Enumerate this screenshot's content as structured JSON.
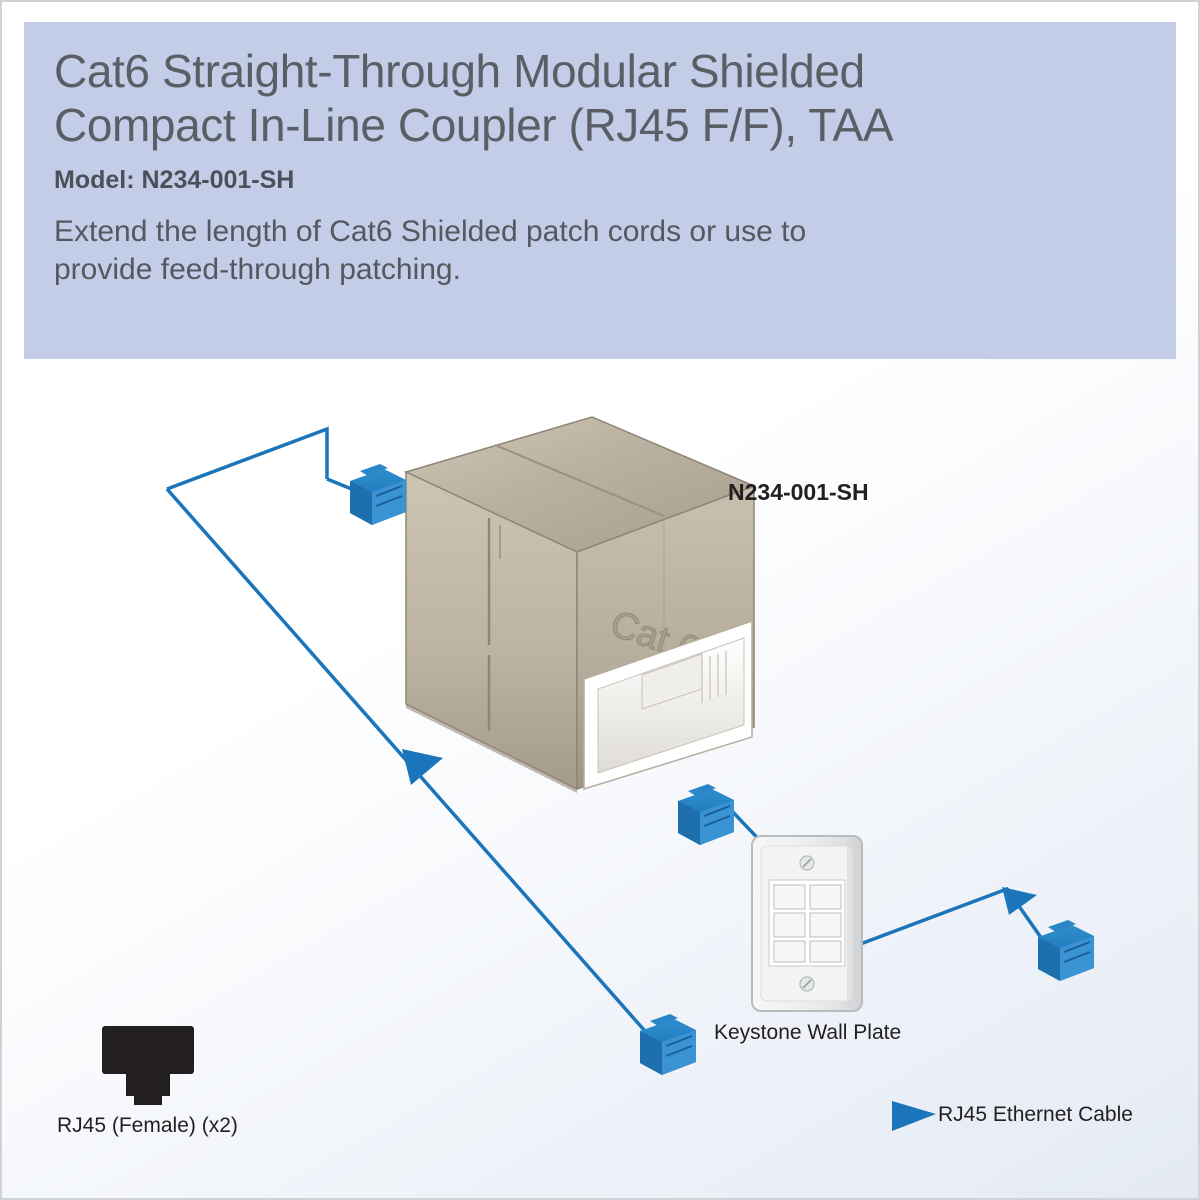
{
  "header": {
    "title_line1": "Cat6 Straight-Through Modular Shielded",
    "title_line2": "Compact In-Line Coupler (RJ45 F/F), TAA",
    "model": "Model: N234-001-SH",
    "description_line1": "Extend the length of Cat6 Shielded patch cords or use to",
    "description_line2": "provide feed-through patching.",
    "bg_color": "#c3cde8",
    "title_color": "#5a5f66"
  },
  "diagram": {
    "part_number_callout": "N234-001-SH",
    "wall_plate_label": "Keystone Wall Plate",
    "rj45_female_label": "RJ45 (Female) (x2)",
    "ethernet_cable_label": "RJ45 Ethernet Cable",
    "coupler_engraving": "Cat 6",
    "accent_color": "#1574b8",
    "cable_color": "#1b75bb",
    "coupler_body_color": "#b8ae9c"
  }
}
